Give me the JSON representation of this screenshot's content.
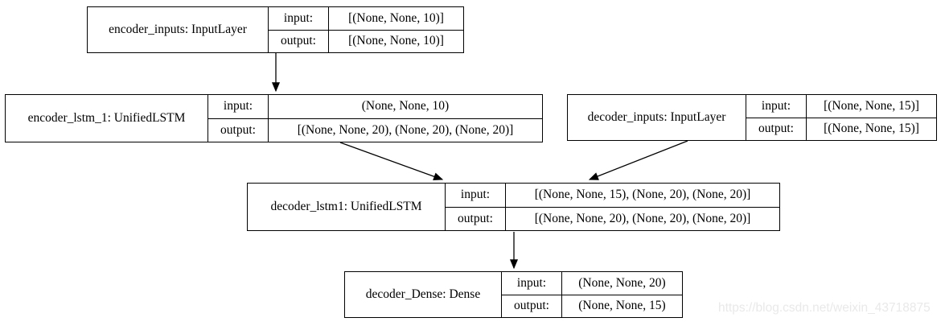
{
  "diagram": {
    "type": "keras-model-plot",
    "labels": {
      "input": "input:",
      "output": "output:"
    },
    "nodes": [
      {
        "id": "encoder_inputs",
        "name": "encoder_inputs: InputLayer",
        "input": "[(None, None, 10)]",
        "output": "[(None, None, 10)]"
      },
      {
        "id": "encoder_lstm_1",
        "name": "encoder_lstm_1: UnifiedLSTM",
        "input": "(None, None, 10)",
        "output": "[(None, None, 20), (None, 20), (None, 20)]"
      },
      {
        "id": "decoder_inputs",
        "name": "decoder_inputs: InputLayer",
        "input": "[(None, None, 15)]",
        "output": "[(None, None, 15)]"
      },
      {
        "id": "decoder_lstm1",
        "name": "decoder_lstm1: UnifiedLSTM",
        "input": "[(None, None, 15), (None, 20), (None, 20)]",
        "output": "[(None, None, 20), (None, 20), (None, 20)]"
      },
      {
        "id": "decoder_Dense",
        "name": "decoder_Dense: Dense",
        "input": "(None, None, 20)",
        "output": "(None, None, 15)"
      }
    ],
    "edges": [
      {
        "from": "encoder_inputs",
        "to": "encoder_lstm_1"
      },
      {
        "from": "encoder_lstm_1",
        "to": "decoder_lstm1"
      },
      {
        "from": "decoder_inputs",
        "to": "decoder_lstm1"
      },
      {
        "from": "decoder_lstm1",
        "to": "decoder_Dense"
      }
    ]
  },
  "watermark": {
    "text": "https://blog.csdn.net/weixin_43718875"
  },
  "colors": {
    "background": "#ffffff",
    "line": "#000000",
    "text": "#000000",
    "watermark": "#e9e9e9"
  }
}
